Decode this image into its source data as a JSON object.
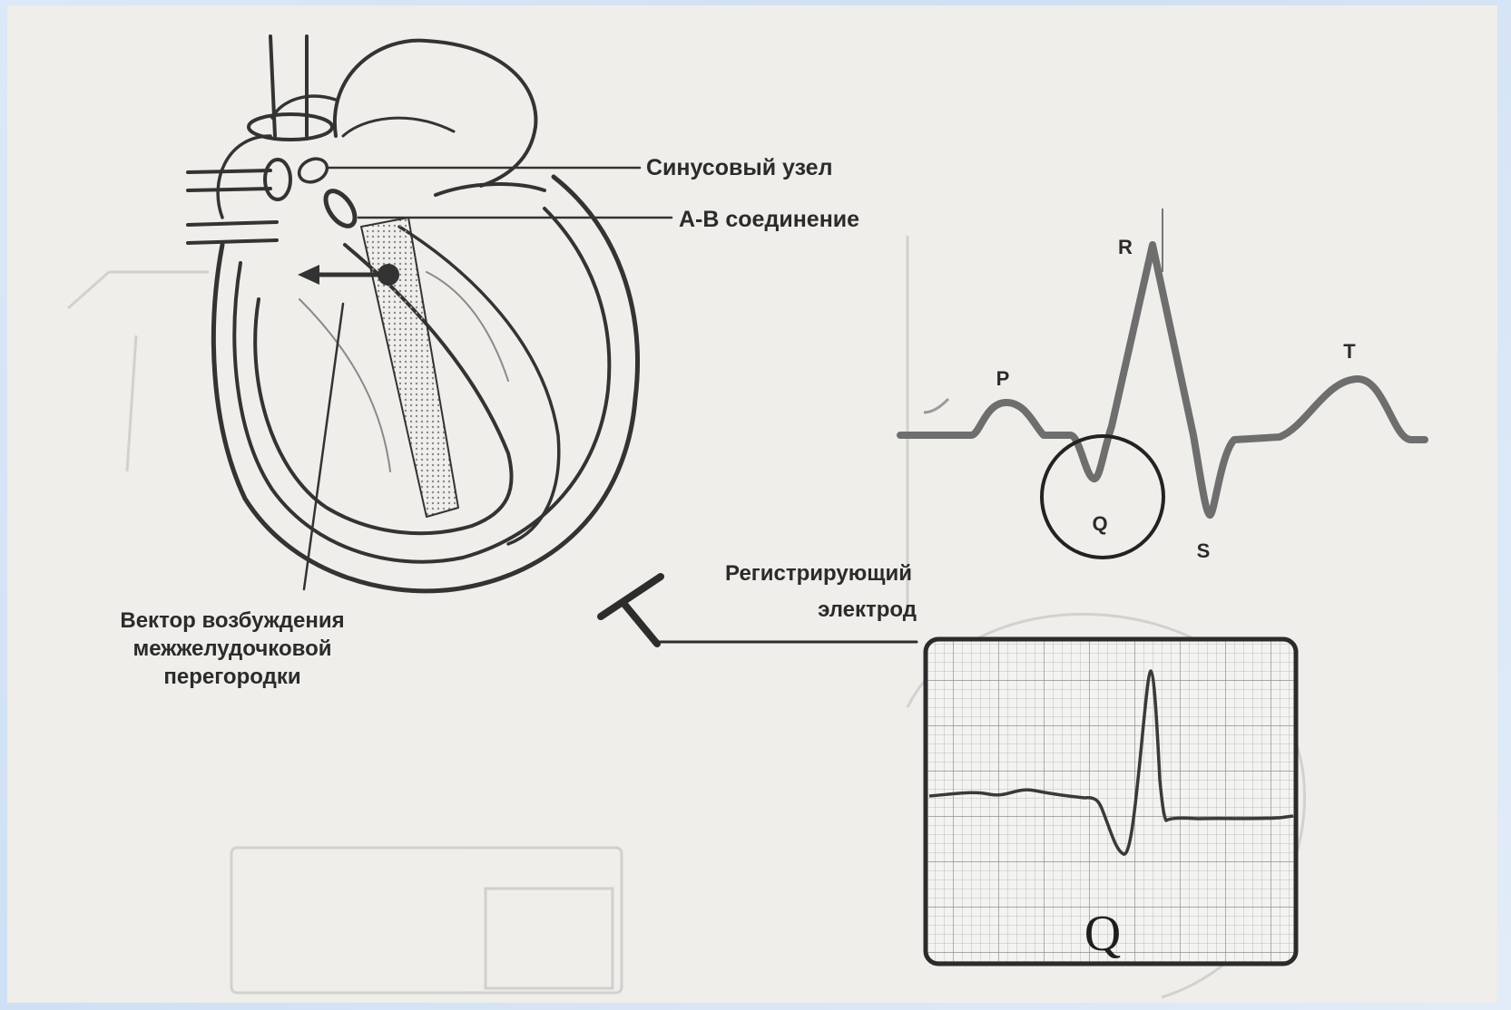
{
  "labels": {
    "sinus_node": "Синусовый узел",
    "av_junction": "А-В соединение",
    "septal_vector_line1": "Вектор возбуждения",
    "septal_vector_line2": "межжелудочковой",
    "septal_vector_line3": "перегородки",
    "electrode_line1": "Регистрирующий",
    "electrode_line2": "электрод"
  },
  "ecg_waves": {
    "p": "P",
    "q": "Q",
    "r": "R",
    "s": "S",
    "t": "T"
  },
  "monitor": {
    "label": "Q"
  }
}
